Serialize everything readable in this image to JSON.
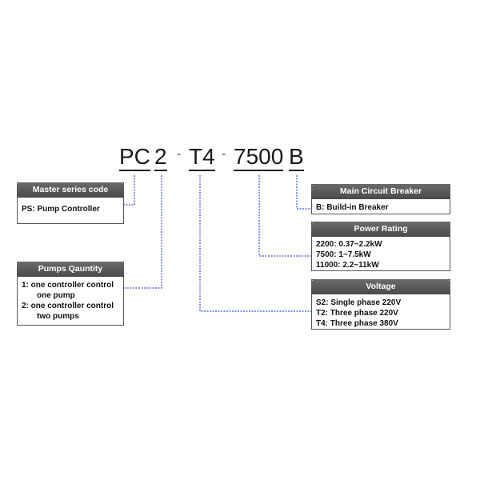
{
  "code": {
    "segments": [
      "PC",
      "2",
      "T4",
      "7500",
      "B"
    ],
    "separator": "-"
  },
  "boxes": {
    "master": {
      "title": "Master series code",
      "lines": [
        "PS: Pump Controller"
      ]
    },
    "pumps": {
      "title": "Pumps Qauntity",
      "lines": [
        "1: one controller control",
        "one pump",
        "2: one controller control",
        "two pumps"
      ]
    },
    "breaker": {
      "title": "Main Circuit Breaker",
      "lines": [
        "B: Build-in Breaker"
      ]
    },
    "power": {
      "title": "Power Rating",
      "lines": [
        "2200: 0.37~2.2kW",
        "7500: 1~7.5kW",
        "11000: 2.2~11kW"
      ]
    },
    "voltage": {
      "title": "Voltage",
      "lines": [
        "S2: Single phase 220V",
        "T2: Three phase 220V",
        "T4: Three phase 380V"
      ]
    }
  },
  "colors": {
    "connector": "#3b4fd6",
    "header": "#555555"
  }
}
